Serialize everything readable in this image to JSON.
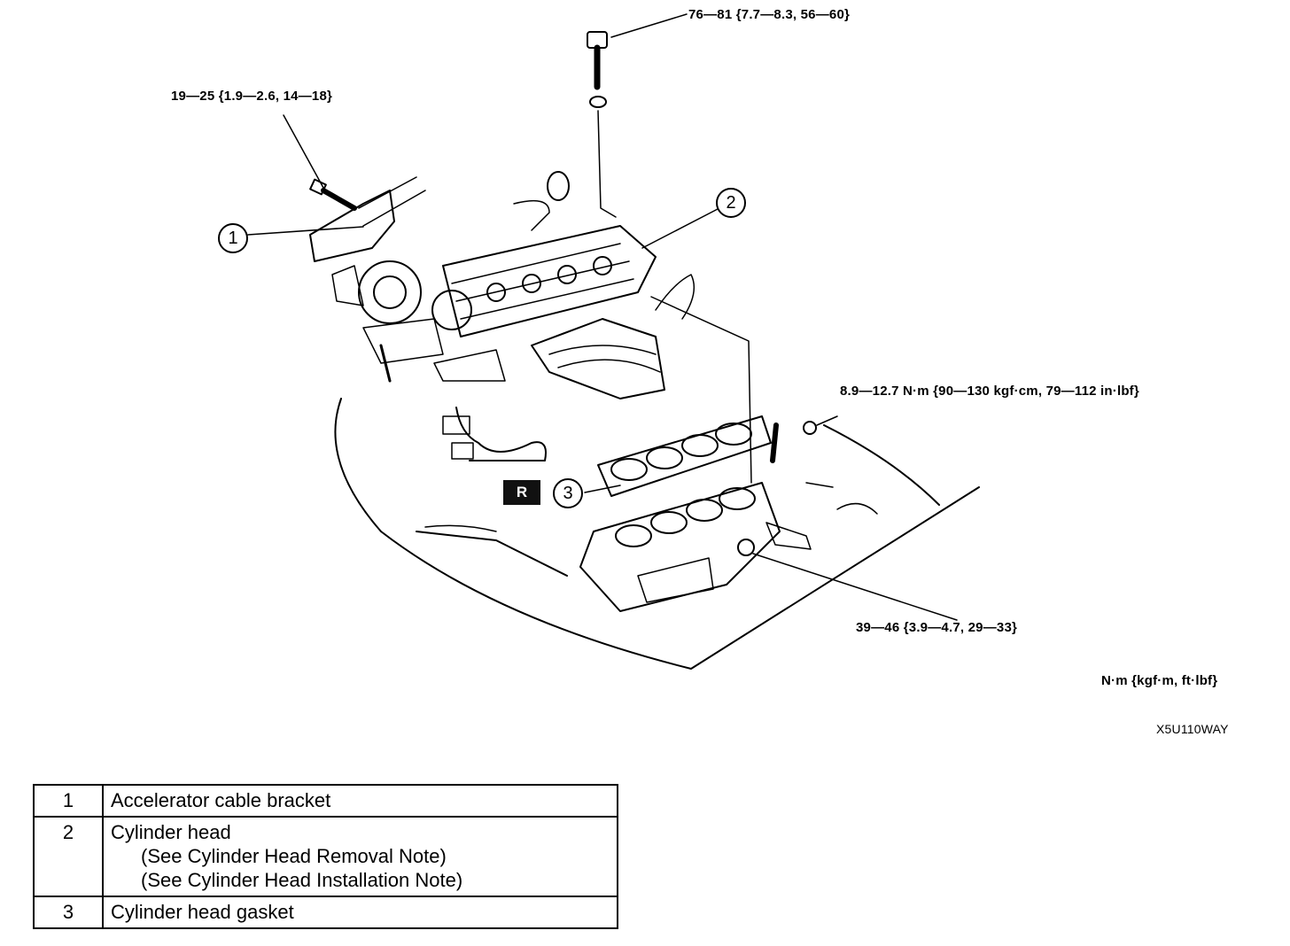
{
  "torque_labels": {
    "bolt_top": "76—81 {7.7—8.3, 56—60}",
    "bracket_bolt": "19—25 {1.9—2.6, 14—18}",
    "stud_nut": "8.9—12.7 N·m {90—130 kgf·cm, 79—112 in·lbf}",
    "lower_nut": "39—46 {3.9—4.7, 29—33}"
  },
  "units_note": "N·m {kgf·m, ft·lbf}",
  "figure_code": "X5U110WAY",
  "replace_badge": "R",
  "callouts": [
    "1",
    "2",
    "3"
  ],
  "parts": [
    {
      "num": "1",
      "name": "Accelerator cable bracket",
      "notes": []
    },
    {
      "num": "2",
      "name": "Cylinder head",
      "notes": [
        "(See Cylinder Head Removal Note)",
        "(See Cylinder Head Installation Note)"
      ]
    },
    {
      "num": "3",
      "name": "Cylinder head gasket",
      "notes": []
    }
  ]
}
